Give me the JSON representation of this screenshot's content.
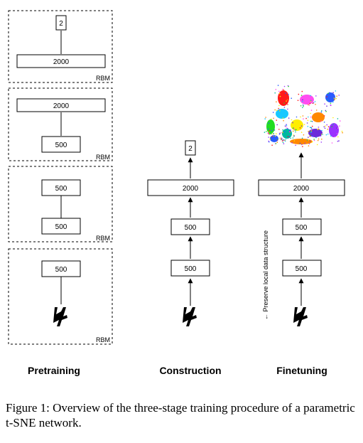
{
  "pretraining": {
    "rbm_label": "RBM",
    "rbm1": {
      "top": "2",
      "bottom": "2000"
    },
    "rbm2": {
      "top": "2000",
      "bottom": "500"
    },
    "rbm3": {
      "top": "500",
      "bottom": "500"
    },
    "rbm4": {
      "top": "500"
    }
  },
  "construction": {
    "layers": [
      "2",
      "2000",
      "500",
      "500"
    ]
  },
  "finetuning": {
    "layers": [
      "2000",
      "500",
      "500"
    ],
    "side_label": "← Preserve local data structure",
    "cluster_colors": [
      "#ff1a1a",
      "#ff4df0",
      "#2a5bff",
      "#18c8ff",
      "#22dd22",
      "#ffee00",
      "#ff8800",
      "#9933ff",
      "#00b8a0",
      "#6c2bd9"
    ]
  },
  "stages": [
    "Pretraining",
    "Construction",
    "Finetuning"
  ],
  "caption": "Figure 1: Overview of the three-stage training procedure of a parametric t-SNE network."
}
